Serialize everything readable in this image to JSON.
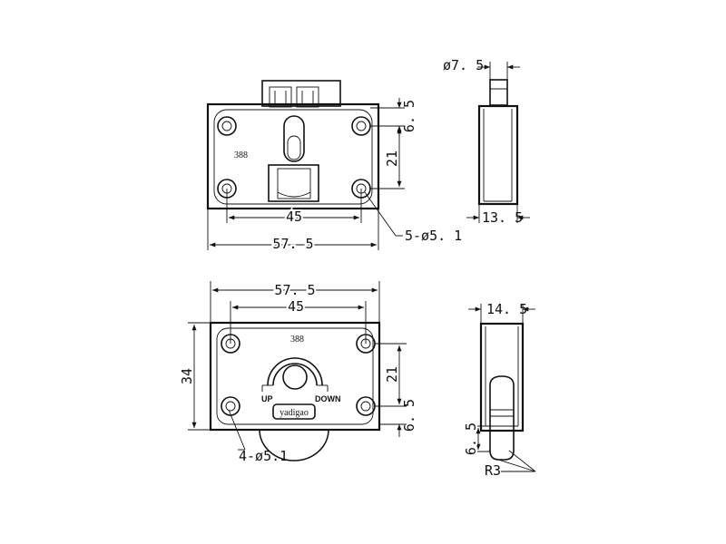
{
  "top_view": {
    "model": "388",
    "dim_width_outer": "57. 5",
    "dim_hole_pitch": "45",
    "dim_hole_vertical": "21",
    "dim_hole_top": "6. 5",
    "hole_callout": "5-ø5. 1"
  },
  "top_side_view": {
    "dim_pin_diameter": "ø7. 5",
    "dim_depth": "13. 5"
  },
  "bottom_view": {
    "model": "388",
    "dim_width_outer": "57. 5",
    "dim_hole_pitch": "45",
    "dim_height": "34",
    "dim_hole_vertical": "21",
    "dim_hole_bottom": "6. 5",
    "label_up": "UP",
    "label_down": "DOWN",
    "brand": "yadigao",
    "hole_callout": "4-ø5.1"
  },
  "bottom_side_view": {
    "dim_depth": "14. 5",
    "dim_wheel_offset": "6. 5",
    "dim_radius": "R3"
  }
}
